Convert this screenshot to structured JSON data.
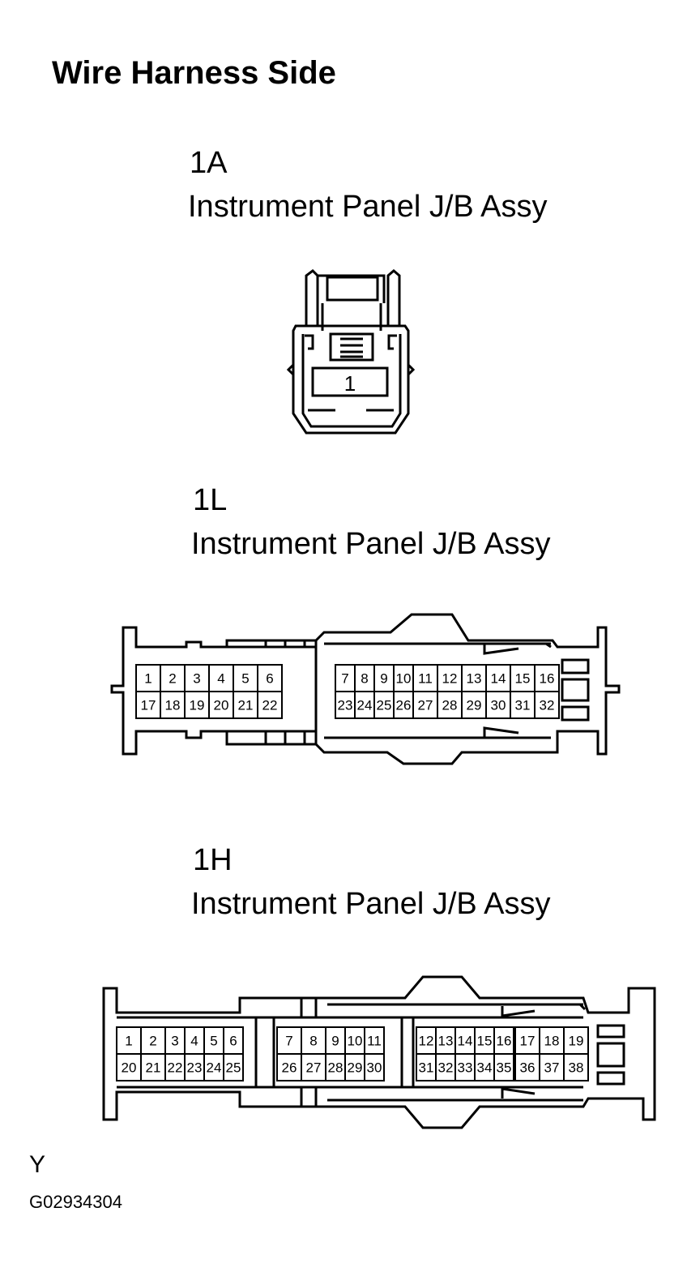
{
  "header": {
    "title": "Wire Harness Side"
  },
  "connectors": [
    {
      "id": "1A",
      "code": "1A",
      "name": "Instrument Panel J/B Assy",
      "pins": [
        "1"
      ]
    },
    {
      "id": "1L",
      "code": "1L",
      "name": "Instrument Panel J/B Assy",
      "top_row": [
        "1",
        "2",
        "3",
        "4",
        "5",
        "6",
        "7",
        "8",
        "9",
        "10",
        "11",
        "12",
        "13",
        "14",
        "15",
        "16"
      ],
      "bottom_row": [
        "17",
        "18",
        "19",
        "20",
        "21",
        "22",
        "23",
        "24",
        "25",
        "26",
        "27",
        "28",
        "29",
        "30",
        "31",
        "32"
      ]
    },
    {
      "id": "1H",
      "code": "1H",
      "name": "Instrument Panel J/B Assy",
      "top_row": [
        "1",
        "2",
        "3",
        "4",
        "5",
        "6",
        "7",
        "8",
        "9",
        "10",
        "11",
        "12",
        "13",
        "14",
        "15",
        "16",
        "17",
        "18",
        "19"
      ],
      "bottom_row": [
        "20",
        "21",
        "22",
        "23",
        "24",
        "25",
        "26",
        "27",
        "28",
        "29",
        "30",
        "31",
        "32",
        "33",
        "34",
        "35",
        "36",
        "37",
        "38"
      ]
    }
  ],
  "footer": {
    "marker": "Y",
    "figure_id": "G02934304"
  }
}
